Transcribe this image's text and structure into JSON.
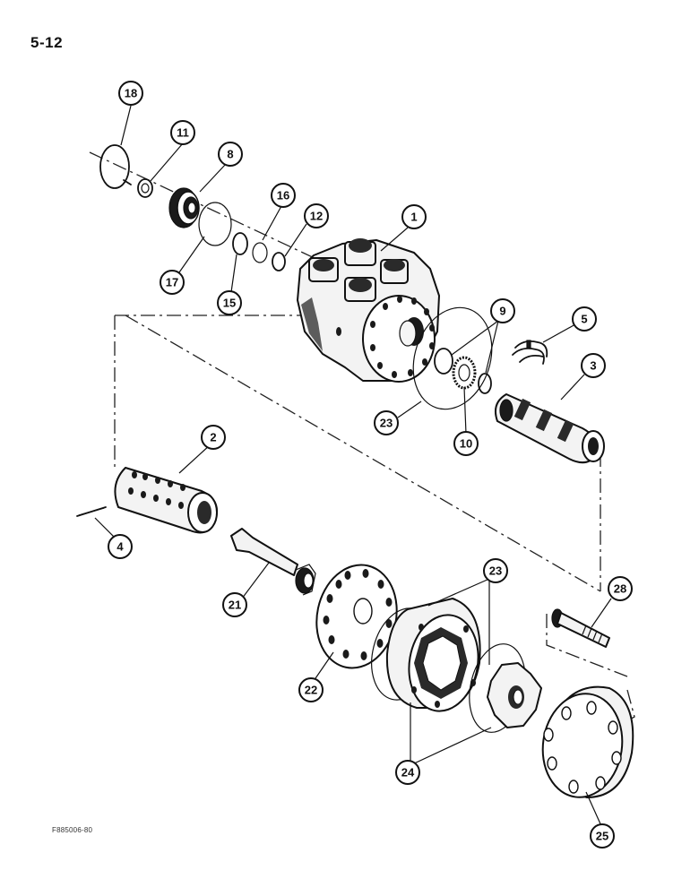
{
  "page": {
    "number": "5-12",
    "figure_code": "F885006-80"
  },
  "callouts": [
    {
      "id": "18",
      "label": "18"
    },
    {
      "id": "11",
      "label": "11"
    },
    {
      "id": "8",
      "label": "8"
    },
    {
      "id": "16",
      "label": "16"
    },
    {
      "id": "12",
      "label": "12"
    },
    {
      "id": "1",
      "label": "1"
    },
    {
      "id": "17",
      "label": "17"
    },
    {
      "id": "15",
      "label": "15"
    },
    {
      "id": "9",
      "label": "9"
    },
    {
      "id": "5",
      "label": "5"
    },
    {
      "id": "3",
      "label": "3"
    },
    {
      "id": "23a",
      "label": "23"
    },
    {
      "id": "10",
      "label": "10"
    },
    {
      "id": "2",
      "label": "2"
    },
    {
      "id": "4",
      "label": "4"
    },
    {
      "id": "21",
      "label": "21"
    },
    {
      "id": "23b",
      "label": "23"
    },
    {
      "id": "28",
      "label": "28"
    },
    {
      "id": "22",
      "label": "22"
    },
    {
      "id": "24",
      "label": "24"
    },
    {
      "id": "25",
      "label": "25"
    }
  ]
}
